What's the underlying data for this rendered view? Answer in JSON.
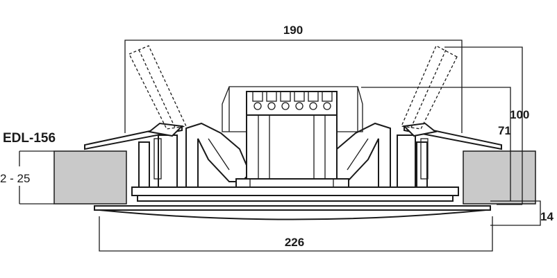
{
  "model": "EDL-156",
  "dimensions": {
    "width_top": "190",
    "height_total": "100",
    "height_body": "71",
    "ceiling_thickness": "2 - 25",
    "bezel_height": "14",
    "width_overall": "226"
  },
  "colors": {
    "line": "#1a1a1a",
    "ceiling": "#c9c9c9",
    "background": "#ffffff"
  }
}
